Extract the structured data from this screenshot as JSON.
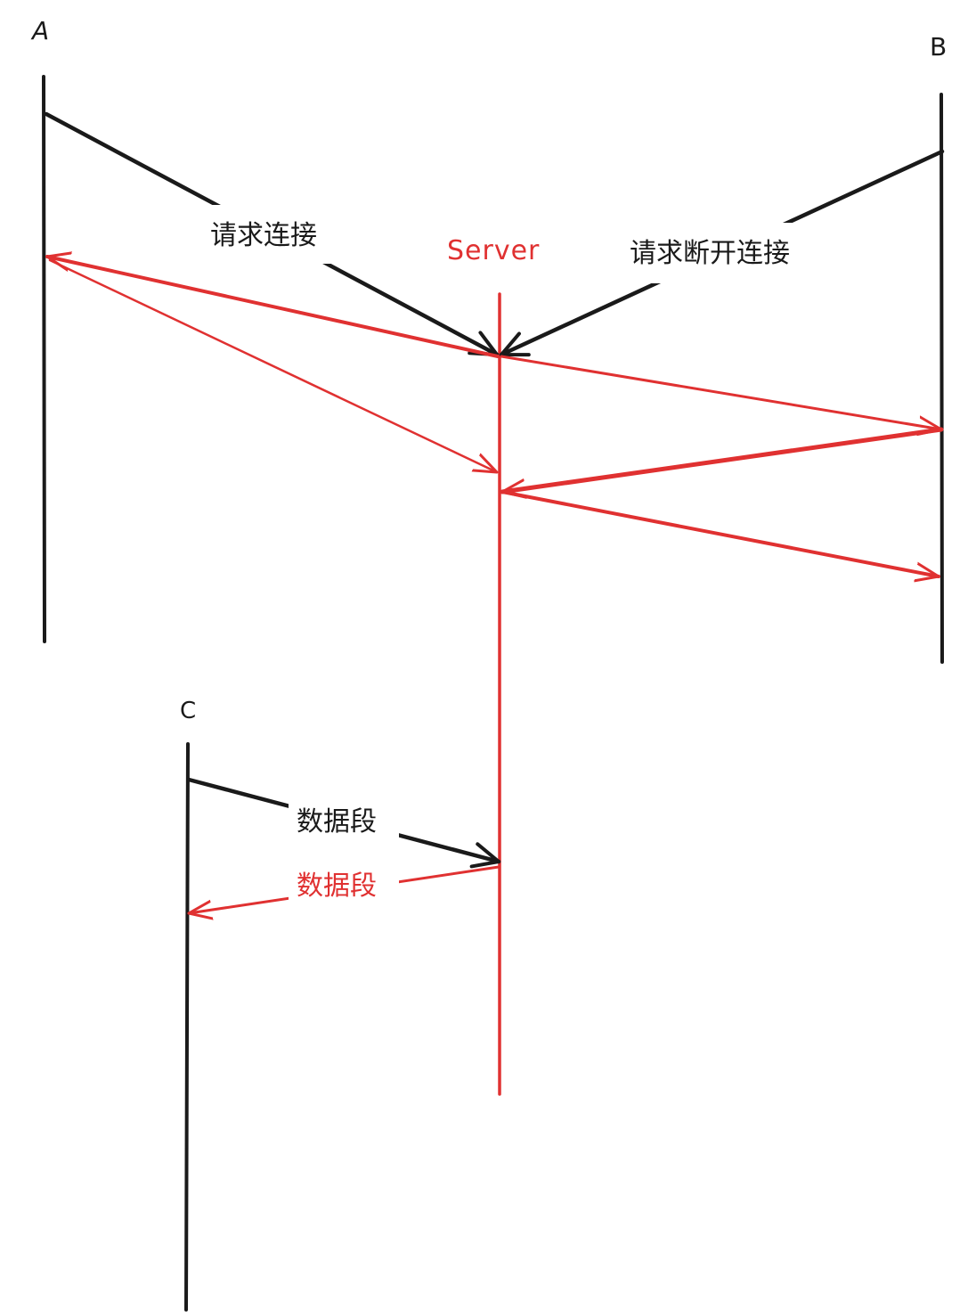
{
  "colors": {
    "black": "#1a1a1a",
    "red": "#e03131"
  },
  "participants": {
    "a": "A",
    "b": "B",
    "c": "C",
    "server": "Server"
  },
  "messages": {
    "request_connect": "请求连接",
    "request_disconnect": "请求断开连接",
    "data_segment_in": "数据段",
    "data_segment_out": "数据段"
  }
}
